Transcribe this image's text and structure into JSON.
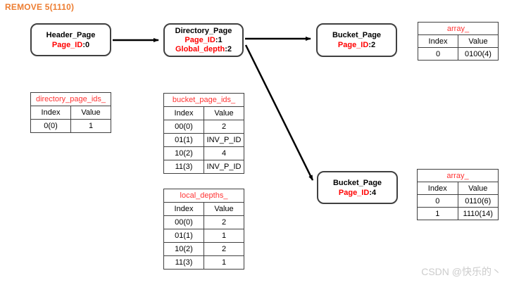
{
  "title": "REMOVE 5(1110)",
  "nodes": {
    "header_page": {
      "name": "Header_Page",
      "fields": [
        {
          "label": "Page_ID",
          "value": ":0"
        }
      ]
    },
    "directory_page": {
      "name": "Directory_Page",
      "fields": [
        {
          "label": "Page_ID",
          "value": ":1"
        },
        {
          "label": "Global_depth",
          "value": ":2"
        }
      ]
    },
    "bucket_page_2": {
      "name": "Bucket_Page",
      "fields": [
        {
          "label": "Page_ID",
          "value": ":2"
        }
      ]
    },
    "bucket_page_4": {
      "name": "Bucket_Page",
      "fields": [
        {
          "label": "Page_ID",
          "value": ":4"
        }
      ]
    }
  },
  "tables": {
    "directory_page_ids": {
      "title": "directory_page_ids_",
      "headers": [
        "Index",
        "Value"
      ],
      "rows": [
        [
          "0(0)",
          "1"
        ]
      ]
    },
    "bucket_page_ids": {
      "title": "bucket_page_ids_",
      "headers": [
        "Index",
        "Value"
      ],
      "rows": [
        [
          "00(0)",
          "2"
        ],
        [
          "01(1)",
          "INV_P_ID"
        ],
        [
          "10(2)",
          "4"
        ],
        [
          "11(3)",
          "INV_P_ID"
        ]
      ]
    },
    "local_depths": {
      "title": "local_depths_",
      "headers": [
        "Index",
        "Value"
      ],
      "rows": [
        [
          "00(0)",
          "2"
        ],
        [
          "01(1)",
          "1"
        ],
        [
          "10(2)",
          "2"
        ],
        [
          "11(3)",
          "1"
        ]
      ]
    },
    "array_top": {
      "title": "array_",
      "headers": [
        "Index",
        "Value"
      ],
      "rows": [
        [
          "0",
          "0100(4)"
        ]
      ]
    },
    "array_bottom": {
      "title": "array_",
      "headers": [
        "Index",
        "Value"
      ],
      "rows": [
        [
          "0",
          "0110(6)"
        ],
        [
          "1",
          "1110(14)"
        ]
      ]
    }
  },
  "edges": [
    {
      "from": "header_page",
      "to": "directory_page"
    },
    {
      "from": "directory_page",
      "to": "bucket_page_2"
    },
    {
      "from": "directory_page",
      "to": "bucket_page_4"
    }
  ],
  "watermark": "CSDN @快乐的丶",
  "colors": {
    "accent_orange": "#ED7D31",
    "accent_red": "#FF0000",
    "table_title_red": "#FF3333",
    "border_dark": "#404040",
    "watermark_gray": "#CCCCCC"
  }
}
